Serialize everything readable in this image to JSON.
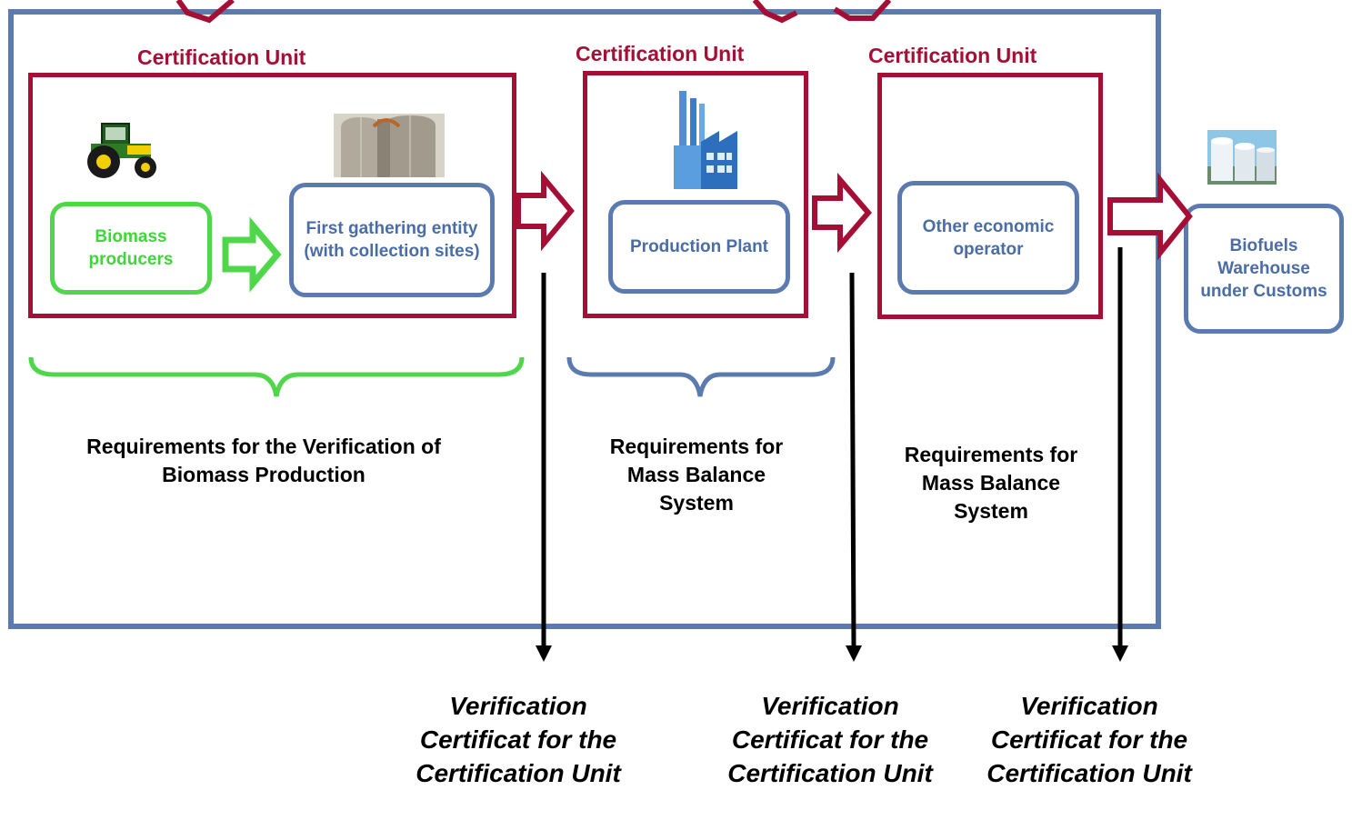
{
  "certification_units": [
    {
      "label": "Certification Unit"
    },
    {
      "label": "Certification Unit"
    },
    {
      "label": "Certification Unit"
    }
  ],
  "nodes": {
    "biomass_producers": "Biomass producers",
    "first_gathering": "First gathering entity (with collection sites)",
    "production_plant": "Production Plant",
    "other_operator": "Other economic operator",
    "warehouse": "Biofuels Warehouse under Customs"
  },
  "requirements": {
    "biomass": "Requirements for the Verification of Biomass Production",
    "mass_balance_1": "Requirements for Mass Balance System",
    "mass_balance_2": "Requirements for Mass Balance System"
  },
  "certificates": [
    "Verification Certificat for the Certification Unit",
    "Verification Certificat for the Certification Unit",
    "Verification Certificat for the Certification Unit"
  ],
  "icons": [
    "tractor-icon",
    "silo-icon",
    "factory-icon",
    "storage-tanks-icon"
  ],
  "colors": {
    "certification_red": "#a50f36",
    "scope_blue": "#5b7bb0",
    "biomass_green": "#4fd64a",
    "text_black": "#000000"
  }
}
